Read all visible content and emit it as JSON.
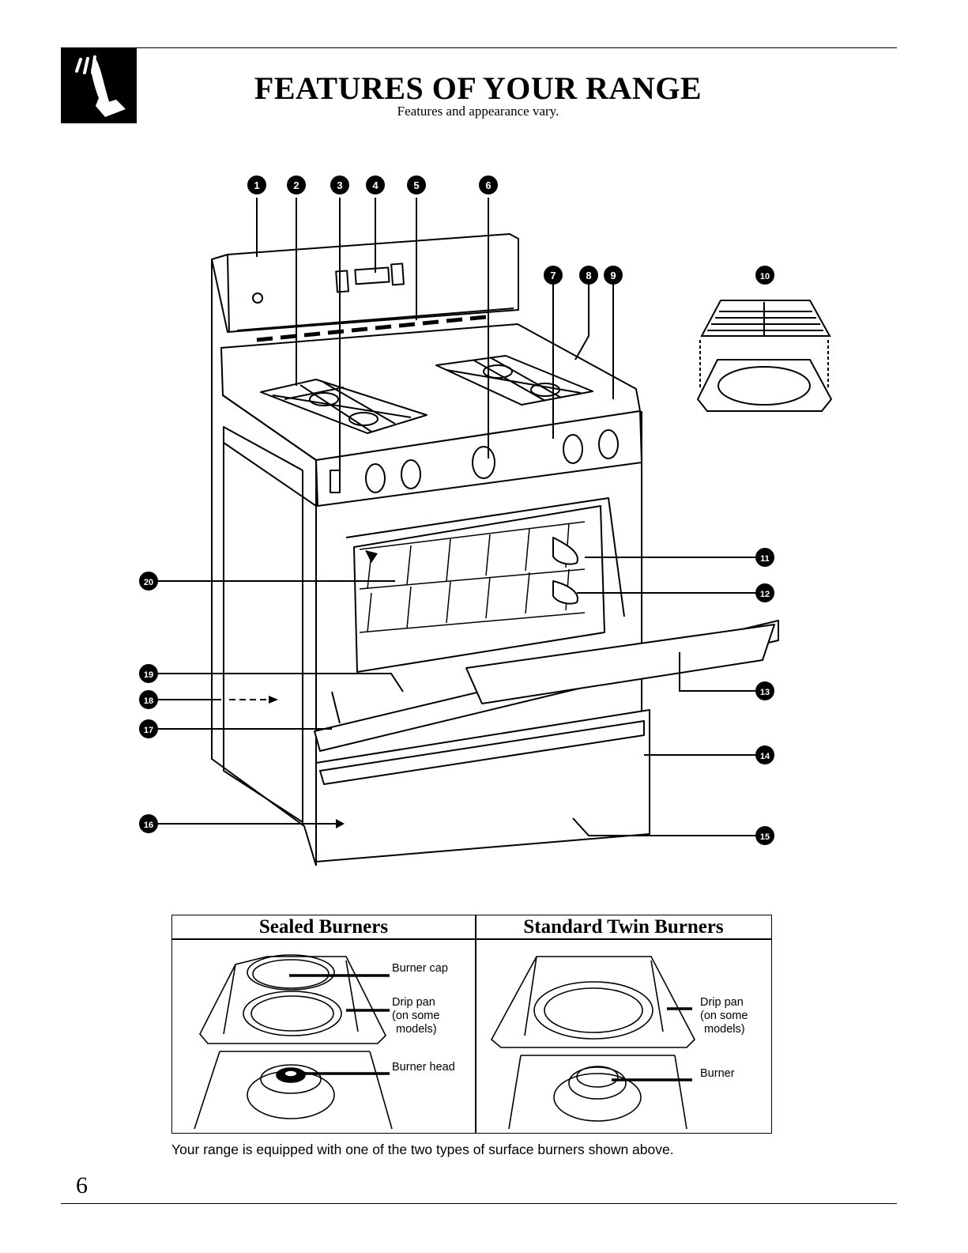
{
  "header": {
    "title": "FEATURES OF YOUR RANGE",
    "subtitle": "Features and appearance vary."
  },
  "callouts": [
    "1",
    "2",
    "3",
    "4",
    "5",
    "6",
    "7",
    "8",
    "9",
    "10",
    "11",
    "12",
    "13",
    "14",
    "15",
    "16",
    "17",
    "18",
    "19",
    "20"
  ],
  "burner_table": {
    "left": {
      "heading": "Sealed Burners",
      "labels": {
        "cap": "Burner cap",
        "drip_1": "Drip pan",
        "drip_2": "(on some",
        "drip_3": "models)",
        "head": "Burner head"
      }
    },
    "right": {
      "heading": "Standard Twin Burners",
      "labels": {
        "drip_1": "Drip pan",
        "drip_2": "(on some",
        "drip_3": "models)",
        "burner": "Burner"
      }
    }
  },
  "caption": "Your range is equipped with one of the two types of surface burners shown above.",
  "page_number": "6",
  "icons": {
    "header_icon": "hand-pointing-icon"
  }
}
